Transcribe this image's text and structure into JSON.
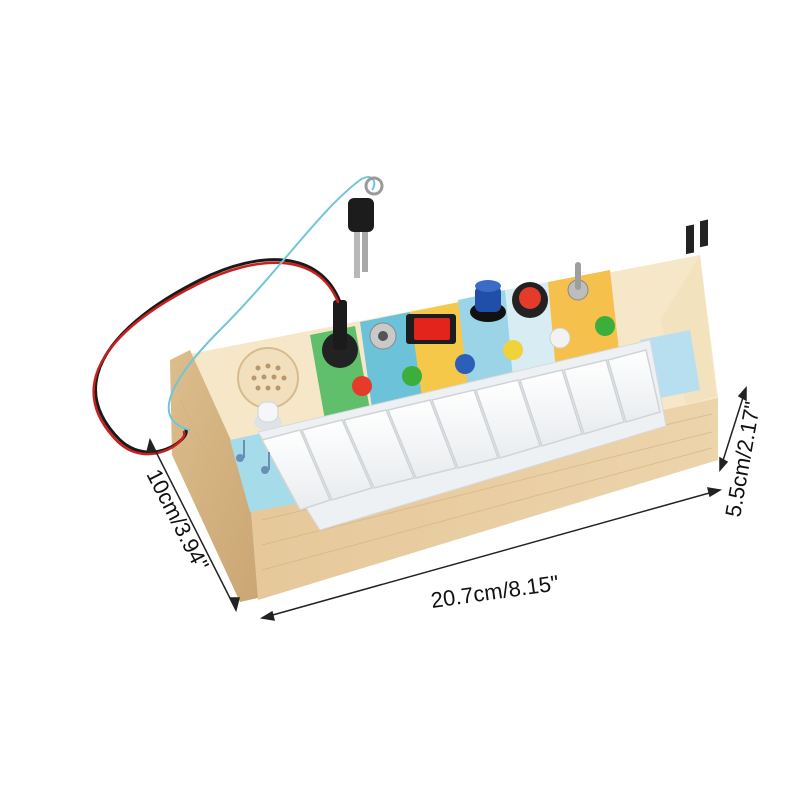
{
  "dimensions": {
    "length": "20.7cm/8.15\"",
    "depth": "10cm/3.94\"",
    "height": "5.5cm/2.17\""
  },
  "colors": {
    "wood_front": "#e9cfa3",
    "wood_side": "#d9b98a",
    "panel": "#f6e4c0",
    "piano_keys": "#ffffff",
    "cable_red": "#c91f1f",
    "cable_black": "#1a1a1a",
    "cord_blue": "#6fc7d6",
    "rocker_switch": "#e2241d",
    "knob": "#1f4fa8",
    "led_red": "#e63a2a",
    "led_green": "#3cae3c",
    "led_yellow": "#f0d23a",
    "led_blue": "#2c5fb8",
    "led_white": "#f2f2f2"
  },
  "icons": [
    "speaker-grille-icon",
    "key-icon",
    "toggle-switch-icon",
    "music-note-icon"
  ]
}
